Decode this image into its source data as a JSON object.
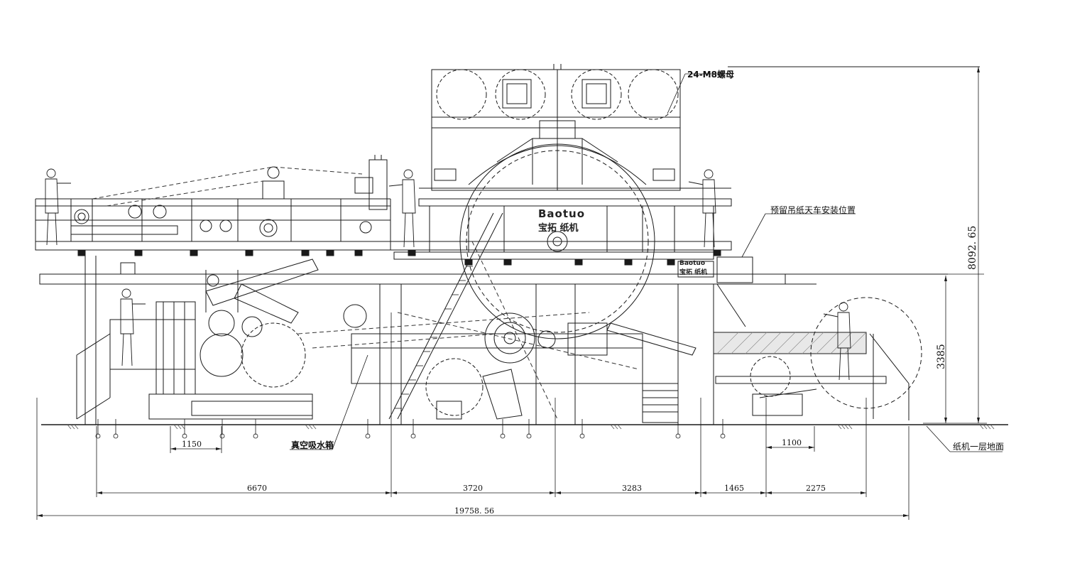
{
  "labels": {
    "nut": "24-M8螺母",
    "crane": "预留吊纸天车安装位置",
    "vacuum_box": "真空吸水箱",
    "floor": "纸机一层地面"
  },
  "dimensions": {
    "d1150": "1150",
    "d1100": "1100",
    "d6670": "6670",
    "d3720": "3720",
    "d3283": "3283",
    "d1465": "1465",
    "d2275": "2275",
    "total": "19758. 56",
    "height_total": "8092. 65",
    "height_deck": "3385"
  },
  "logo": {
    "big_latin": "Baotuo",
    "big_cn": "宝拓 纸机",
    "small_latin": "Baotuo",
    "small_cn": "宝拓 纸机"
  },
  "colors": {
    "line": "#1a1a1a",
    "hatch": "#555555",
    "background": "#ffffff"
  }
}
